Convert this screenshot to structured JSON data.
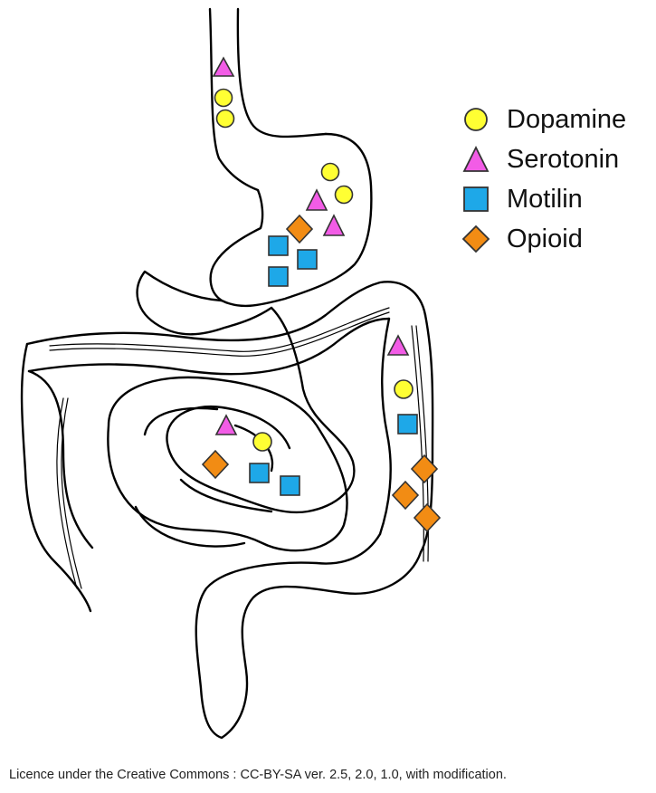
{
  "legend": [
    {
      "key": "dopamine",
      "label": "Dopamine",
      "shape": "circle-icon",
      "color": "#ffff33"
    },
    {
      "key": "serotonin",
      "label": "Serotonin",
      "shape": "triangle-icon",
      "color": "#f25ce6"
    },
    {
      "key": "motilin",
      "label": "Motilin",
      "shape": "square-icon",
      "color": "#1ea8e8"
    },
    {
      "key": "opioid",
      "label": "Opioid",
      "shape": "diamond-icon",
      "color": "#f28c14"
    }
  ],
  "licence": "Licence under the Creative Commons : CC-BY-SA ver. 2.5, 2.0, 1.0, with modification.",
  "receptor_locations": {
    "esophagus": [
      "serotonin",
      "dopamine",
      "dopamine"
    ],
    "stomach": [
      "dopamine",
      "dopamine",
      "serotonin",
      "serotonin",
      "opioid",
      "motilin",
      "motilin",
      "motilin"
    ],
    "small_intestine": [
      "serotonin",
      "dopamine",
      "opioid",
      "motilin",
      "motilin"
    ],
    "colon": [
      "serotonin",
      "dopamine",
      "motilin",
      "opioid",
      "opioid",
      "opioid"
    ]
  },
  "colors": {
    "outline": "#000000",
    "marker_stroke": "#333333"
  }
}
